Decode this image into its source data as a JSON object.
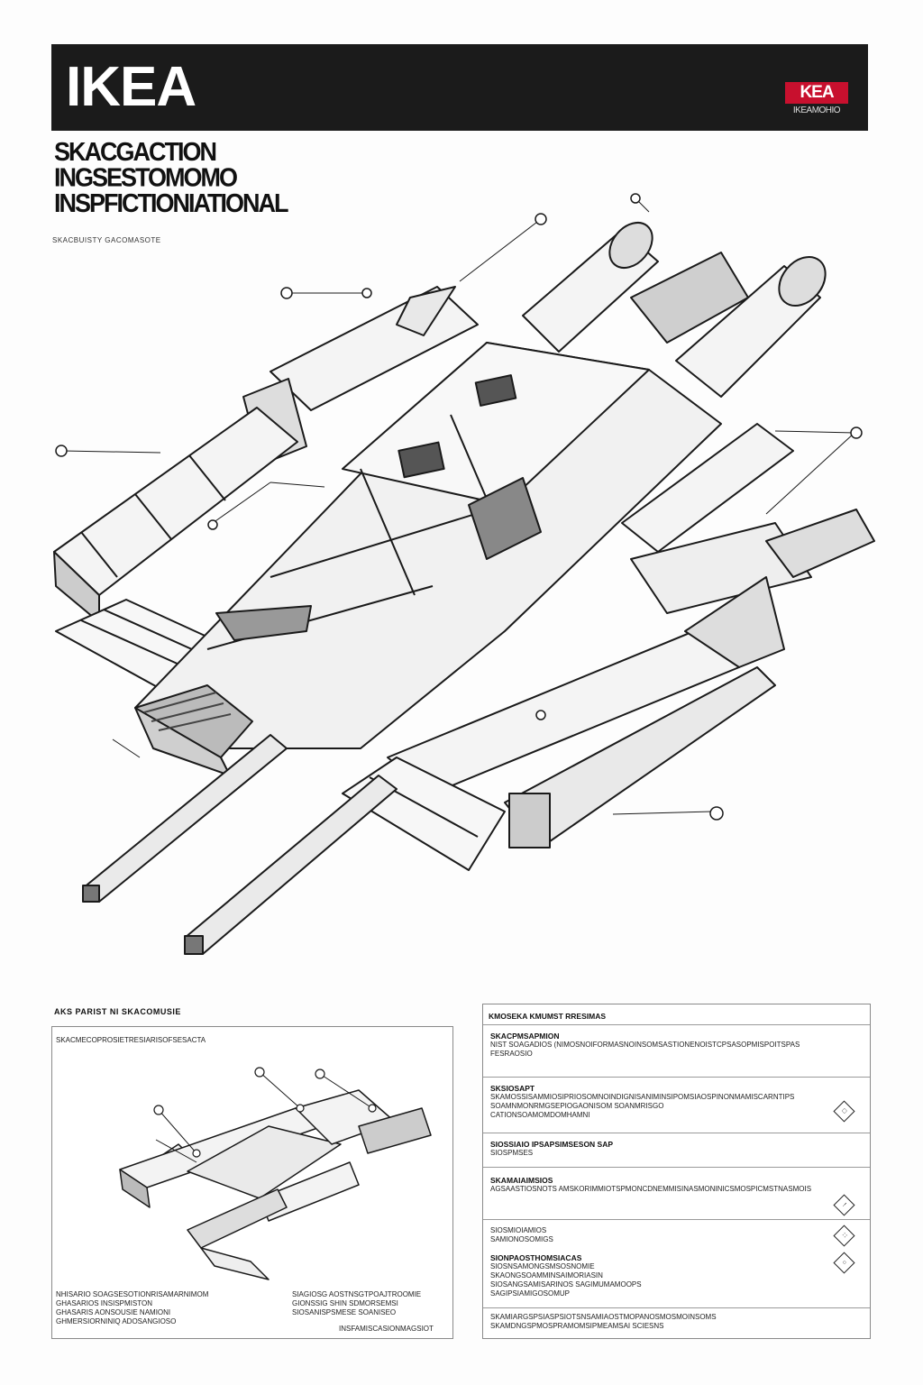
{
  "header": {
    "brand": "IKEA",
    "badge_label": "KEA",
    "badge_sub": "IKEAMOHIO"
  },
  "title": {
    "line1": "SKACGACTION",
    "line2": "INGSESTOMOMO",
    "line3": "INSPFICTIONIATIONAL"
  },
  "subtitle": "SKACBUISTY GACOMASOTE",
  "lower_left": {
    "heading": "AKS PARIST  NI SKACOMUSIE",
    "caption": "SKACMECOPROSIETRESIARISOFSESACTA",
    "notes_left": [
      "NHISARIO SOAGSESOTIONRISAMARNIMOM",
      "GHASARIOS INSISPMISTON",
      "GHASARIS AONSOUSIE NAMIONI",
      "GHMERSIORNINIQ ADOSANGIOSO"
    ],
    "notes_right": [
      "SIAGIOSG AOSTNSGTPOAJTROOMIE",
      "GIONSSIG SHIN SDMORSEMSI",
      "SIOSANISPSMESE SOANISEO"
    ],
    "footer": "INSFAMISCASIONMAGSIOT"
  },
  "lower_right": {
    "heading": "KMOSEKA KMUMST  RRESIMAS",
    "rows": [
      {
        "title": "SKACPMSAPMION",
        "lines": [
          "NIST SOAGADIOS  (NIMOSNOIFORMASNOINSOMSASTIONENOISTCPSASOPMISPOITSPAS",
          "FESRAOSIO"
        ]
      },
      {
        "title": "SKSIOSAPT",
        "lines": [
          "SKAMOSSISAMMIOSIPRIOSOMNOINDIGNISANIMINSIPOMSIAOSPINONMAMISCARNTIPS",
          "SOAMNMONRMGSEPIOGAONISOM SOANMRISGO",
          "CATIONSOAMOMDOMHAMNI"
        ]
      },
      {
        "title": "SIOSSIAIO  IPSAPSIMSESON SAP",
        "lines": [
          "SIOSPMSES"
        ]
      },
      {
        "title": "SKAMAIAIMSIOS",
        "lines": [
          "AGSAASTIOSNOTS AMSKORIMMIOTSPMONCDNEMMISINASMONINICSMOSPICMSTNASMOIS"
        ]
      },
      {
        "title": "SIOSMIOIAMIOS",
        "lines": [
          "SAMIONOSOMIGS"
        ]
      },
      {
        "title": "SIONPAOSTHOMSIACAS",
        "lines": [
          "SIOSNSAMONGSMSOSNOMIE",
          "SKAONGSOAMMINSAIMORIASIN",
          "SIOSANGSAMISARINOS SAGIMUMAMOOPS",
          "SAGIPSIAMIGOSOMUP"
        ]
      },
      {
        "title": "SKAMIARGSPSIASPSIOTSNSAMIAOSTMOPANOSMOSMOINSOMS",
        "lines": [
          "SKAMDNGSPMOSPRAMOMSIPMEAMSAI SCIESNS"
        ]
      }
    ],
    "icons": [
      "box-icon",
      "warning-icon",
      "wrench-icon",
      "screw-icon",
      "allen-key-icon"
    ]
  },
  "colors": {
    "header_bg": "#1b1b1b",
    "badge_red": "#c8102e",
    "ink": "#111111",
    "paper": "#fdfdfd"
  }
}
